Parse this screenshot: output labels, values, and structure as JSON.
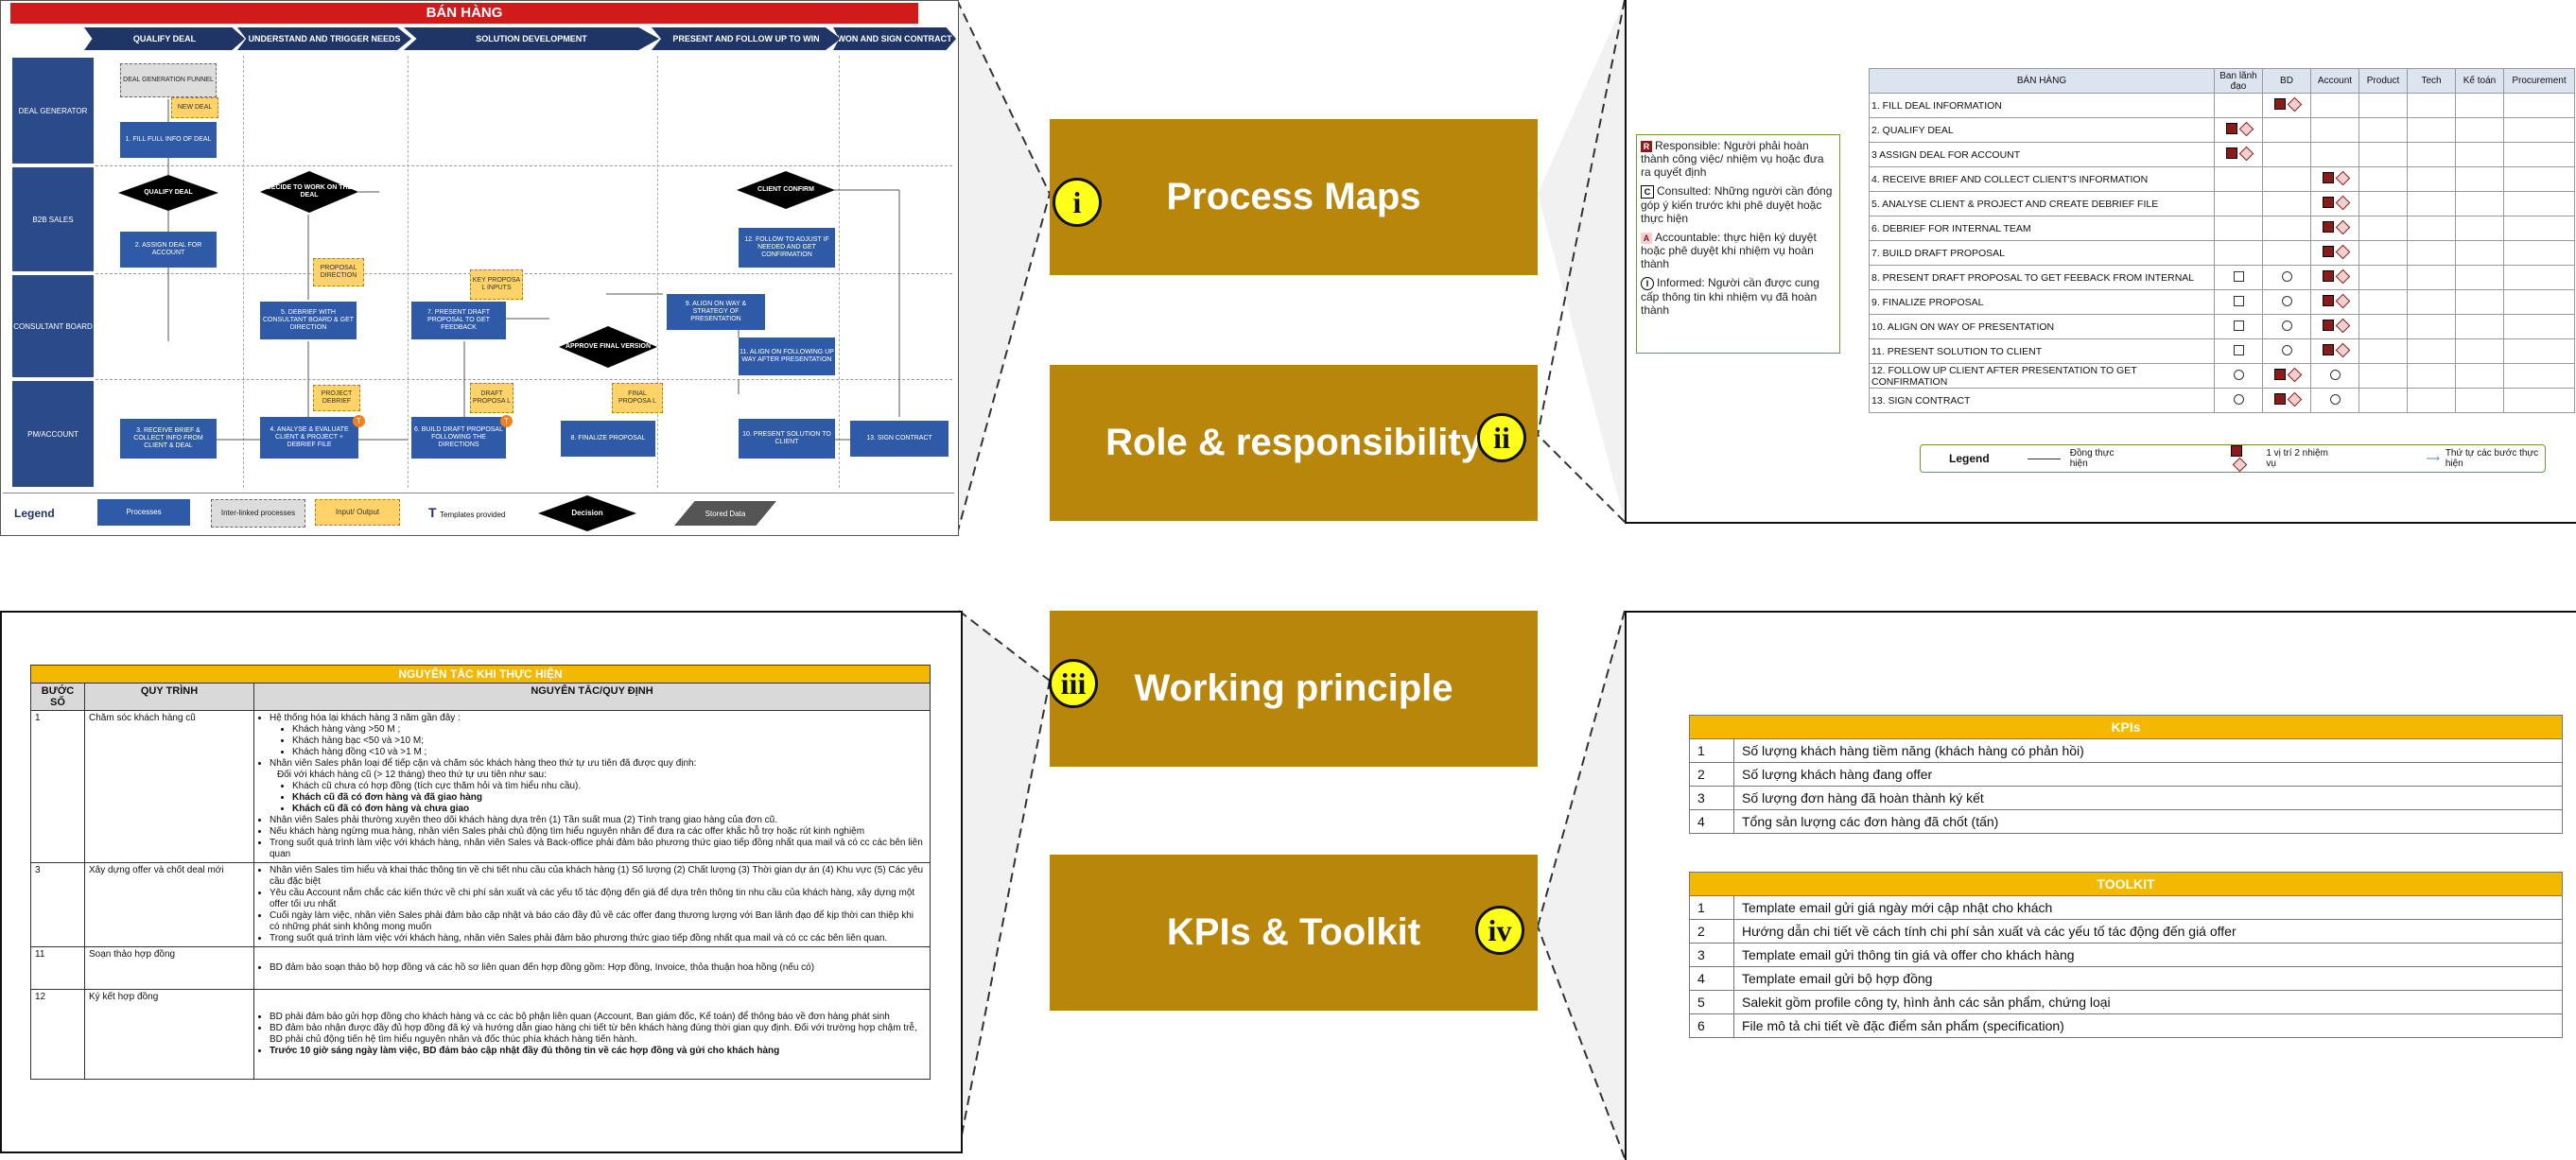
{
  "labels": [
    {
      "numeral": "i",
      "text": "Process Maps"
    },
    {
      "numeral": "ii",
      "text": "Role & responsibility"
    },
    {
      "numeral": "iii",
      "text": "Working principle"
    },
    {
      "numeral": "iv",
      "text": "KPIs & Toolkit"
    }
  ],
  "colors": {
    "gold": "#b8860b",
    "badge": "#ffff1a",
    "red": "#d11a1a",
    "navy": "#1e3566",
    "kpi_header": "#f5b800"
  },
  "process_map": {
    "title": "BÁN HÀNG",
    "phases": [
      "QUALIFY DEAL",
      "UNDERSTAND AND TRIGGER NEEDS",
      "SOLUTION DEVELOPMENT",
      "PRESENT AND FOLLOW UP TO WIN",
      "WON AND SIGN CONTRACT"
    ],
    "swimlanes": [
      "DEAL GENERATOR",
      "B2B SALES",
      "CONSULTANT BOARD",
      "PM/ACCOUNT"
    ],
    "gray_boxes": [
      "DEAL GENERATION FUNNEL"
    ],
    "yellow_boxes": [
      "NEW DEAL",
      "PROPOSAL DIRECTION",
      "KEY PROPOSA L INPUTS",
      "PROJECT DEBRIEF",
      "DRAFT PROPOSA L",
      "FINAL PROPOSA L"
    ],
    "process_boxes": [
      "1. FILL FULL INFO OF DEAL",
      "2. ASSIGN DEAL FOR ACCOUNT",
      "5. DEBRIEF WITH CONSULTANT BOARD & GET DIRECTION",
      "7. PRESENT DRAFT PROPOSAL TO GET FEEDBACK",
      "9. ALIGN ON WAY & STRATEGY OF PRESENTATION",
      "12. FOLLOW TO ADJUST IF NEEDED AND GET CONFIRMATION",
      "11. ALIGN ON FOLLOWING UP WAY AFTER PRESENTATION",
      "3. RECEIVE BRIEF & COLLECT INFO FROM CLIENT & DEAL",
      "4. ANALYSE & EVALUATE CLIENT & PROJECT + DEBRIEF FILE",
      "6. BUILD DRAFT PROPOSAL FOLLOWING THE DIRECTIONS",
      "8. FINALIZE PROPOSAL",
      "10. PRESENT SOLUTION TO CLIENT",
      "13. SIGN CONTRACT"
    ],
    "decisions": [
      "QUALIFY DEAL",
      "DECIDE TO WORK ON THE DEAL",
      "APPROVE FINAL VERSION",
      "CLIENT CONFIRM"
    ],
    "template_marker": "T",
    "legend": {
      "title": "Legend",
      "processes": "Processes",
      "interlinked": "Inter-linked processes",
      "io": "Input/ Output",
      "templates": "Templates provided",
      "template_symbol": "T",
      "decision": "Decision",
      "stored": "Stored Data"
    }
  },
  "raci": {
    "notes": [
      {
        "symbol": "R",
        "text": "Responsible: Người phải hoàn thành công việc/ nhiệm vụ hoặc đưa ra quyết định"
      },
      {
        "symbol": "C",
        "text": "Consulted: Những người cần đóng góp ý kiến trước khi phê duyệt hoặc thực hiện"
      },
      {
        "symbol": "A",
        "text": "Accountable: thực hiện ký duyệt hoặc phê duyệt khi nhiệm vụ hoàn thành"
      },
      {
        "symbol": "I",
        "text": "Informed: Người cần được cung cấp thông tin khi nhiệm vụ đã hoàn thành"
      }
    ],
    "header": [
      "BÁN HÀNG",
      "Ban lãnh đạo",
      "BD",
      "Account",
      "Product",
      "Tech",
      "Kế toán",
      "Procurement"
    ],
    "tasks": [
      "1. FILL DEAL INFORMATION",
      "2. QUALIFY DEAL",
      "3 ASSIGN DEAL FOR ACCOUNT",
      "4. RECEIVE BRIEF AND COLLECT CLIENT'S INFORMATION",
      "5. ANALYSE CLIENT & PROJECT AND CREATE DEBRIEF FILE",
      "6. DEBRIEF FOR INTERNAL TEAM",
      "7. BUILD DRAFT PROPOSAL",
      "8. PRESENT DRAFT PROPOSAL TO GET FEEBACK FROM INTERNAL",
      "9. FINALIZE PROPOSAL",
      "10. ALIGN ON WAY OF PRESENTATION",
      "11. PRESENT SOLUTION TO CLIENT",
      "12. FOLLOW UP CLIENT AFTER PRESENTATION TO GET CONFIRMATION",
      "13. SIGN CONTRACT"
    ],
    "legend": {
      "title": "Legend",
      "item1": "Đồng thực hiện",
      "item2": "1 vị trí 2 nhiệm vụ",
      "item3": "Thứ tự các bước thực hiện"
    }
  },
  "working_principle": {
    "title": "NGUYÊN TẮC KHI THỰC HIỆN",
    "headers": [
      "BƯỚC SỐ",
      "QUY TRÌNH",
      "NGUYÊN TẮC/QUY ĐỊNH"
    ],
    "rows": [
      {
        "step": "1",
        "process": "Chăm sóc khách hàng cũ",
        "rules": [
          "Hệ thống hóa lại khách hàng 3 năm gần đây :",
          "Khách hàng vàng >50 M ;",
          "Khách hàng bạc <50 và >10 M;",
          "Khách hàng đồng <10 và >1 M ;",
          "Nhân viên Sales phân loại để tiếp cận và chăm sóc khách hàng theo thứ tự ưu tiên đã được quy định:",
          "Đối với khách hàng cũ (> 12 tháng) theo thứ tự ưu tiên như sau:",
          "Khách cũ chưa có hợp đồng (tích cực thăm hỏi và tìm hiểu nhu cầu).",
          "Khách cũ đã có đơn hàng và đã giao hàng",
          "Khách cũ đã có đơn hàng và chưa giao",
          "Nhân viên Sales phải thường xuyên theo dõi khách hàng dựa trên (1) Tần suất mua (2) Tình trạng giao hàng của đơn cũ.",
          "Nếu khách hàng ngừng mua hàng, nhân viên Sales phải chủ động tìm hiểu nguyên nhân để đưa ra các offer khắc hỗ trợ hoặc rút kinh nghiệm",
          "Trong suốt quá trình làm việc với khách hàng, nhân viên Sales và Back-office phải đảm bảo phương thức giao tiếp đồng nhất qua mail và có cc các bên liên quan"
        ]
      },
      {
        "step": "3",
        "process": "Xây dựng offer và chốt deal mới",
        "rules": [
          "Nhân viên Sales tìm hiểu và khai thác thông tin về chi tiết nhu cầu của khách hàng (1) Số lượng (2) Chất lượng (3) Thời gian dự án (4) Khu vực (5) Các yêu cầu đặc biệt",
          "Yêu cầu Account nắm chắc các kiến thức về chi phí sản xuất và các yếu tố tác động đến giá để dựa trên thông tin nhu cầu của khách hàng, xây dựng một offer tối ưu nhất",
          "Cuối ngày làm việc, nhân viên Sales phải đảm bảo cập nhật và báo cáo đầy đủ về các offer đang thương lượng với Ban lãnh đạo để kịp thời can thiệp khi có những phát sinh không mong muốn",
          "Trong suốt quá trình làm việc với khách hàng, nhân viên Sales phải đảm bảo phương thức giao tiếp đồng nhất qua mail và có cc các bên liên quan."
        ]
      },
      {
        "step": "11",
        "process": "Soạn thảo hợp đồng",
        "rules": [
          "BD đảm bảo soạn thảo bộ hợp đồng và các hồ sơ liên quan đến hợp đồng gồm: Hợp đồng, Invoice, thỏa thuận hoa hồng (nếu có)"
        ]
      },
      {
        "step": "12",
        "process": "Ký kết hợp đồng",
        "rules": [
          "BD phải đảm bảo gửi hợp đồng cho khách hàng và cc các bộ phận liên quan (Account, Ban giám đốc, Kế toán) để thông báo về đơn hàng phát sinh",
          "BD đảm bảo nhận được đầy đủ hợp đồng đã ký và hướng dẫn giao hàng chi tiết từ bên khách hàng đúng thời gian quy định. Đối với trường hợp chậm trễ, BD phải chủ động tiến hệ tìm hiểu nguyên nhân và đốc thúc phía khách hàng tiến hành.",
          "Trước 10 giờ sáng ngày làm việc, BD đảm bảo cập nhật đầy đủ thông tin về các hợp đồng và gửi cho khách hàng"
        ]
      }
    ]
  },
  "kpis": {
    "title": "KPIs",
    "items": [
      {
        "n": "1",
        "text": "Số lượng khách hàng tiềm năng (khách hàng có phản hồi)"
      },
      {
        "n": "2",
        "text": "Số lượng khách hàng đang offer"
      },
      {
        "n": "3",
        "text": "Số lượng đơn hàng đã hoàn thành ký kết"
      },
      {
        "n": "4",
        "text": "Tổng sản lượng các đơn hàng đã chốt (tấn)"
      }
    ]
  },
  "toolkit": {
    "title": "TOOLKIT",
    "items": [
      {
        "n": "1",
        "text": "Template email gửi giá ngày mới cập nhật cho khách"
      },
      {
        "n": "2",
        "text": "Hướng dẫn chi tiết về cách tính chi phí sản xuất và các yếu tố tác động đến giá offer"
      },
      {
        "n": "3",
        "text": "Template email gửi thông tin giá và offer cho khách hàng"
      },
      {
        "n": "4",
        "text": "Template email gửi bộ hợp đồng"
      },
      {
        "n": "5",
        "text": "Salekit gồm profile công ty, hình ảnh các sản phẩm, chứng loại"
      },
      {
        "n": "6",
        "text": "File mô tả chi tiết về đặc điểm sản phẩm (specification)"
      }
    ]
  }
}
